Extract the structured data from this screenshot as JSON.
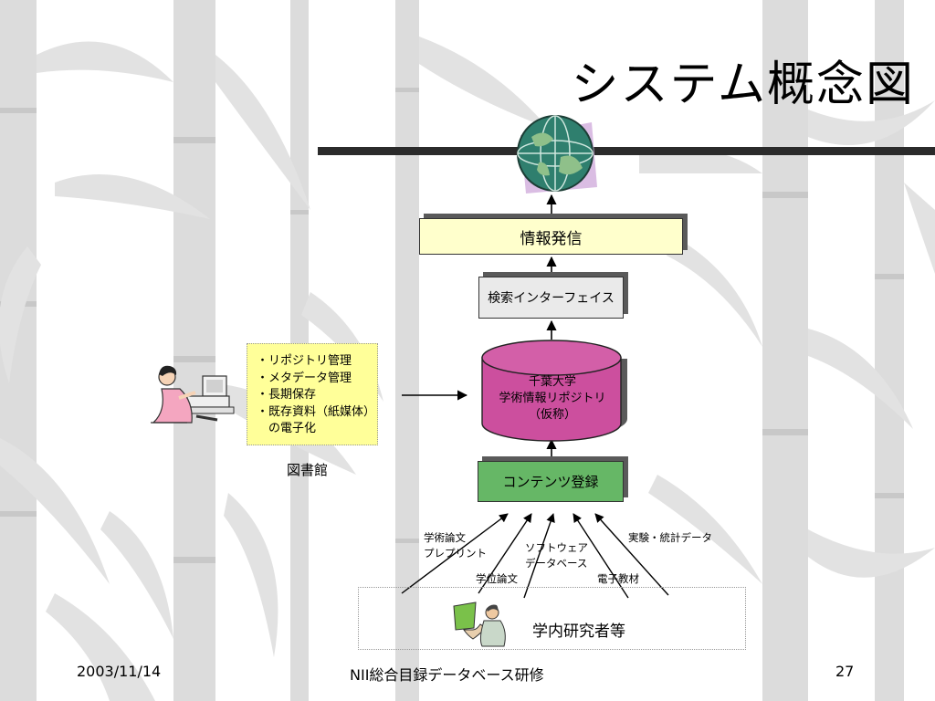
{
  "title": "システム概念図",
  "boxes": {
    "info": "情報発信",
    "search": "検索インターフェイス",
    "contents": "コンテンツ登録"
  },
  "repository": {
    "lines": [
      "千葉大学",
      "学術情報リポジトリ",
      "（仮称）"
    ]
  },
  "library_tasks": {
    "items": [
      "・リポジトリ管理",
      "・メタデータ管理",
      "・長期保存",
      "・既存資料（紙媒体）",
      "　の電子化"
    ]
  },
  "library_label": "図書館",
  "content_types": {
    "papers_line1": "学術論文",
    "papers_line2": "プレプリント",
    "software_line1": "ソフトウェア",
    "software_line2": "データベース",
    "thesis": "学位論文",
    "elearning": "電子教材",
    "experiment": "実験・統計データ"
  },
  "researchers_label": "学内研究者等",
  "footer": {
    "date": "2003/11/14",
    "event": "NII総合目録データベース研修",
    "page": "27"
  },
  "colors": {
    "info_box": "#ffffcc",
    "search_box": "#eaeaea",
    "contents_box": "#66b766",
    "repository_cylinder": "#cc4f9e",
    "task_box": "#ffff99",
    "title_rule": "#2b2b2b",
    "bamboo": "#d9d9d9"
  },
  "icons": {
    "globe": "globe-icon",
    "librarian": "librarian-at-computer-icon",
    "presenter": "researcher-presenting-icon"
  }
}
